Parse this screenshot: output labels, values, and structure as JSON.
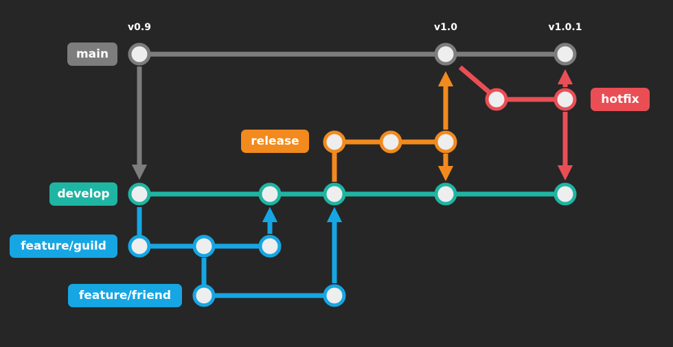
{
  "colors": {
    "background": "#262626",
    "main": "#7d7d7d",
    "develop": "#1fb5a3",
    "feature": "#16a6e3",
    "release": "#f28a1e",
    "hotfix": "#ea4e55",
    "commit_fill": "#eeeeee"
  },
  "branches": {
    "main": "main",
    "develop": "develop",
    "release": "release",
    "hotfix": "hotfix",
    "feature_guild": "feature/guild",
    "feature_friend": "feature/friend"
  },
  "tags": {
    "v0_9": "v0.9",
    "v1_0": "v1.0",
    "v1_0_1": "v1.0.1"
  }
}
